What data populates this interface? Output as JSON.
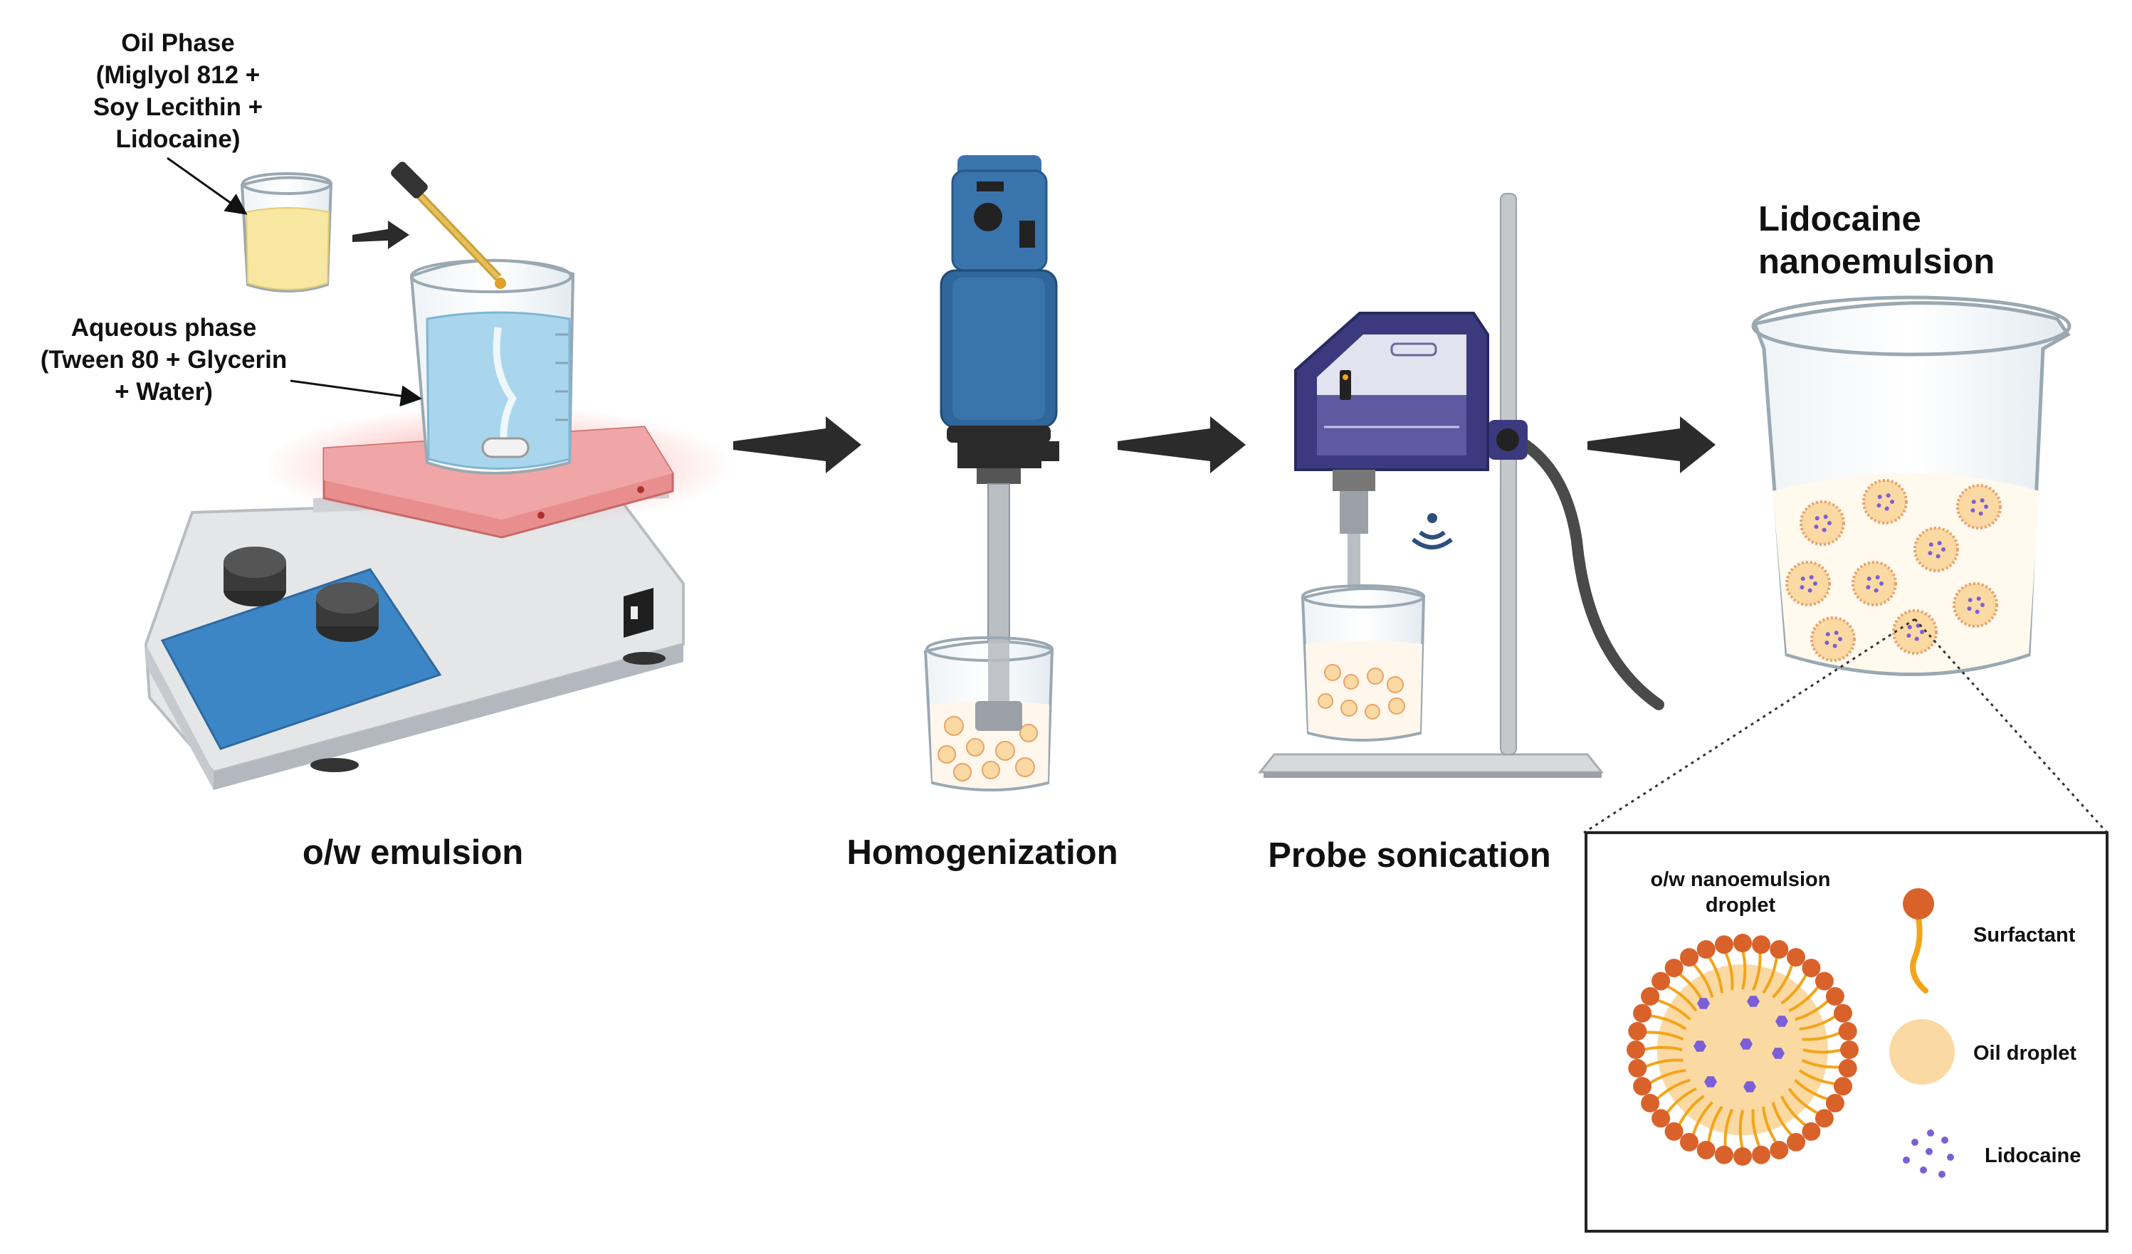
{
  "labels": {
    "oil_phase": [
      "Oil Phase",
      "(Miglyol 812 +",
      "Soy Lecithin +",
      "Lidocaine)"
    ],
    "aqueous_phase": [
      "Aqueous phase",
      "(Tween 80 + Glycerin",
      "+ Water)"
    ],
    "result": [
      "Lidocaine",
      "nanoemulsion"
    ]
  },
  "steps": [
    {
      "label": "o/w emulsion"
    },
    {
      "label": "Homogenization"
    },
    {
      "label": "Probe sonication"
    }
  ],
  "inset": {
    "droplet_title": [
      "o/w nanoemulsion",
      "droplet"
    ],
    "legend": [
      {
        "label": "Surfactant"
      },
      {
        "label": "Oil droplet"
      },
      {
        "label": "Lidocaine"
      }
    ]
  },
  "colors": {
    "arrow": "#2b2b2b",
    "oil": "#fbd9a3",
    "oil_outline": "#e8a26c",
    "surfactant_head": "#d9622b",
    "surfactant_tail": "#f2a51a",
    "lidocaine": "#7b5fd6",
    "water": "#a9d6ec",
    "hotplate_top": "#e98e8e",
    "panel_blue": "#3d86c6",
    "homogenizer_blue": "#3a74ad",
    "sonicator_purple": "#3c3a7e"
  },
  "icons": {
    "hotplate": "magnetic-stirrer-hotplate-icon",
    "homogenizer": "handheld-homogenizer-icon",
    "sonicator": "probe-sonicator-icon",
    "beaker": "beaker-icon",
    "dropper": "dropper-icon",
    "flow_arrow": "flow-arrow-icon",
    "sound_wave": "ultrasound-wave-icon"
  }
}
